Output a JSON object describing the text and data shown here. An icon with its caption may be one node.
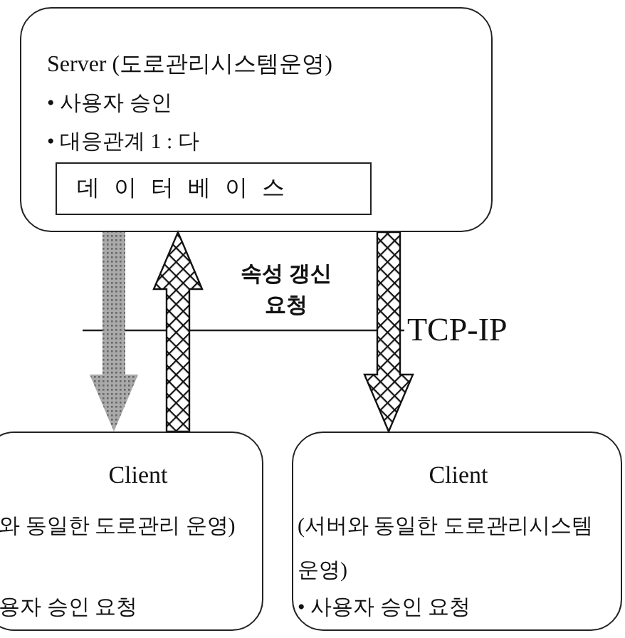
{
  "diagram": {
    "nodes": [
      {
        "text": [
          "Server (도로관리시스템운영)",
          "• 사용자 승인",
          "• 대응관계 1 : 다"
        ]
      },
      {
        "text": [
          "데 이 터 베 이 스"
        ],
        "in": 0
      },
      {
        "text": [
          "Client",
          "와 동일한 도로관리 운영)",
          "용자 승인 요청"
        ]
      },
      {
        "text": [
          "Client",
          "(서버와 동일한 도로관리시스템운영)",
          "• 사용자 승인 요청"
        ]
      }
    ],
    "edges": [
      {
        "from": 0,
        "to": 2,
        "arrow": "to",
        "color": "#aaaaaa"
      },
      {
        "from": 2,
        "to": 0,
        "arrow": "to",
        "label": "속성 갱신 요청"
      },
      {
        "from": 0,
        "to": 3,
        "arrow": "to"
      }
    ],
    "labels": [
      "TCP-IP"
    ]
  }
}
